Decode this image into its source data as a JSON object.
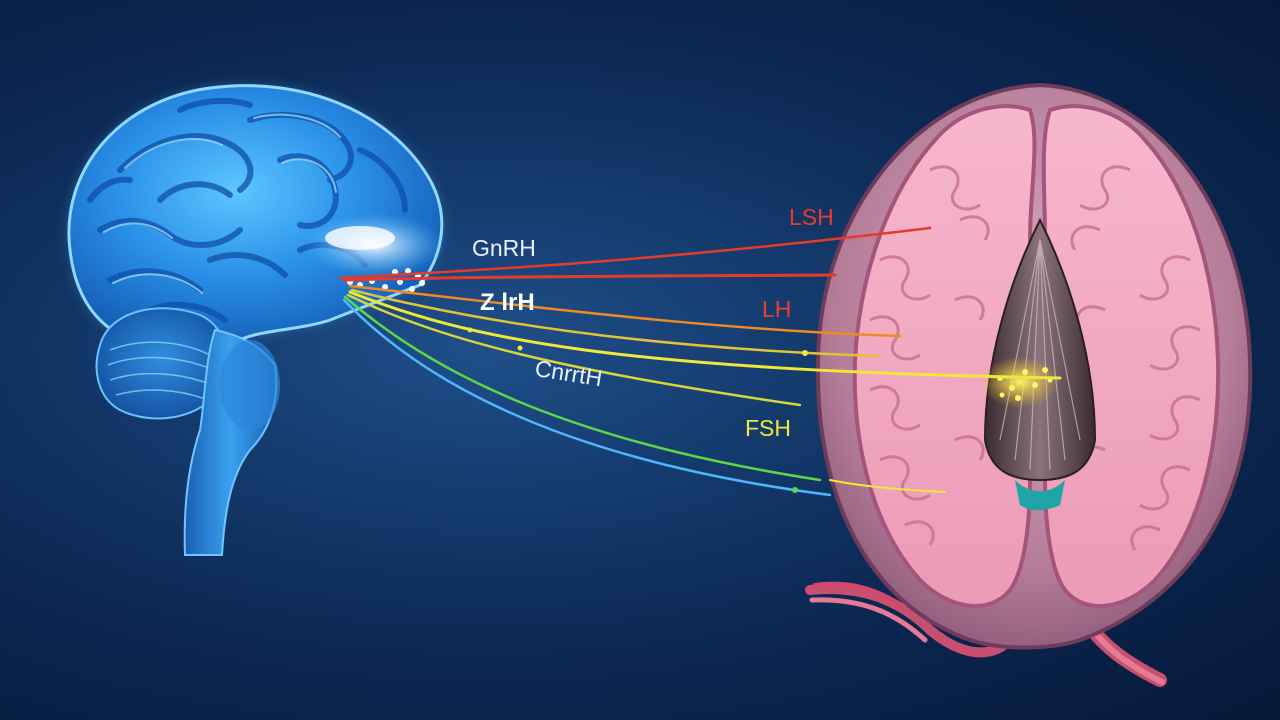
{
  "labels": {
    "gnrh": "GnRH",
    "zlrh": "Z lrH",
    "cnrth": "CnrrtH",
    "lsh": "LSH",
    "lh": "LH",
    "fsh": "FSH"
  },
  "colors": {
    "background": "#0b2752",
    "brain": "#3aa9ff",
    "tissue": "#f0a3bd",
    "red_line": "#e53b2b",
    "orange_line": "#f08a24",
    "yellow_line": "#f1e63a",
    "green_line": "#5ed64a",
    "blue_line": "#4fb6ff"
  }
}
